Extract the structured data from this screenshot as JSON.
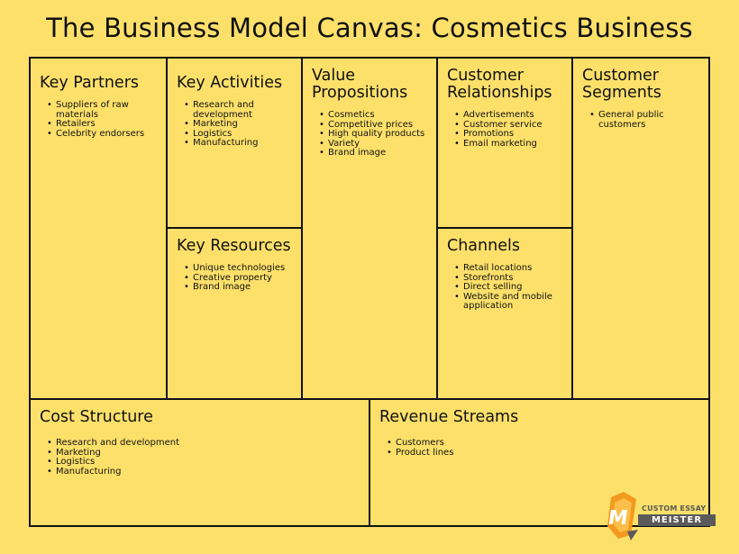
{
  "title": "The Business Model Canvas: Cosmetics Business",
  "blocks": {
    "key_partners": {
      "title": "Key Partners",
      "items": [
        "Suppliers of raw materials",
        "Retailers",
        "Celebrity endorsers"
      ]
    },
    "key_activities": {
      "title": "Key Activities",
      "items": [
        "Research and development",
        "Marketing",
        "Logistics",
        "Manufacturing"
      ]
    },
    "key_resources": {
      "title": "Key Resources",
      "items": [
        "Unique technologies",
        "Creative property",
        "Brand image"
      ]
    },
    "value_propositions": {
      "title": "Value Propositions",
      "items": [
        "Cosmetics",
        "Competitive prices",
        "High quality products",
        "Variety",
        "Brand image"
      ]
    },
    "customer_relationships": {
      "title": "Customer Relationships",
      "items": [
        "Advertisements",
        "Customer service",
        "Promotions",
        "Email marketing"
      ]
    },
    "channels": {
      "title": "Channels",
      "items": [
        "Retail locations",
        "Storefronts",
        "Direct selling",
        "Website and mobile application"
      ]
    },
    "customer_segments": {
      "title": "Customer Segments",
      "items": [
        "General public customers"
      ]
    },
    "cost_structure": {
      "title": "Cost Structure",
      "items": [
        "Research and development",
        "Marketing",
        "Logistics",
        "Manufacturing"
      ]
    },
    "revenue_streams": {
      "title": "Revenue Streams",
      "items": [
        "Customers",
        "Product lines"
      ]
    }
  },
  "logo": {
    "line1": "CUSTOM ESSAY",
    "line2": "MEISTER"
  },
  "colors": {
    "background": "#fde06a",
    "border": "#111111",
    "logo_orange": "#f39a1e",
    "logo_gray": "#5a5a5a"
  }
}
